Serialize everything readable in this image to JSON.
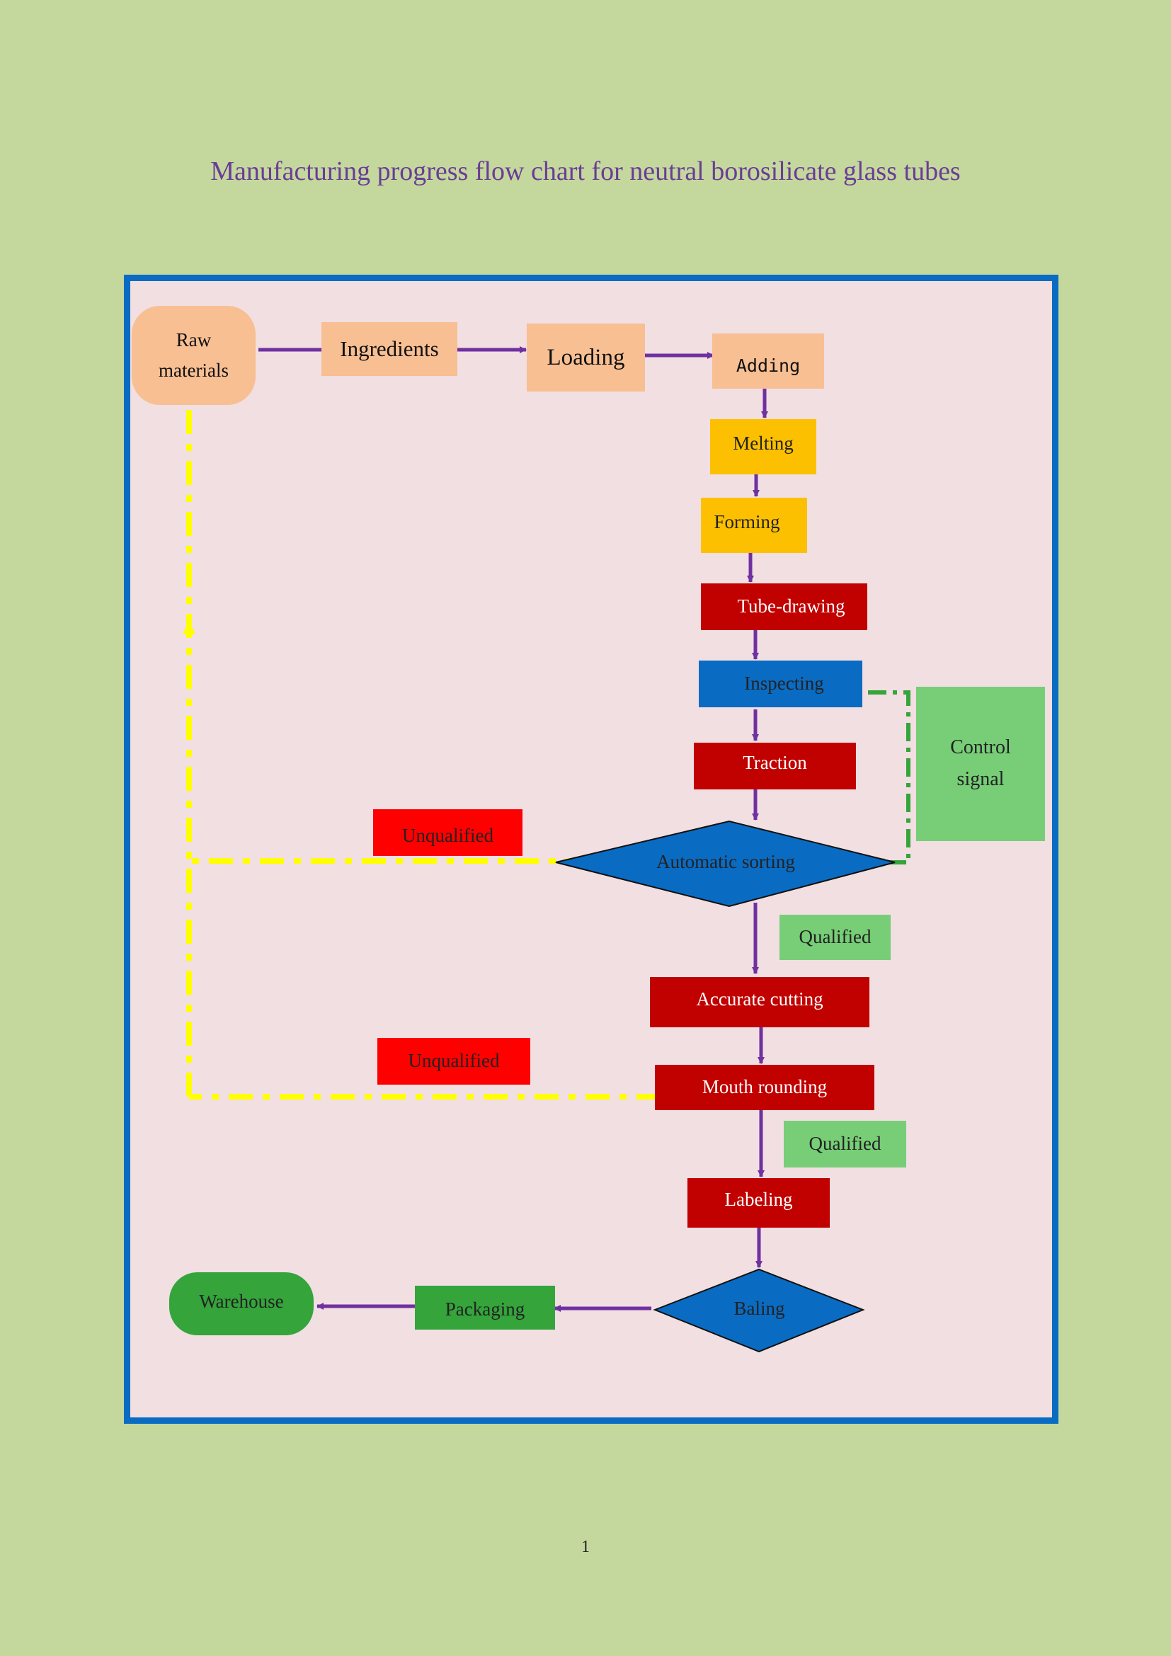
{
  "title": "Manufacturing progress flow chart for neutral borosilicate glass tubes",
  "page_number": "1",
  "colors": {
    "page_background": "#c4d89d",
    "frame_border": "#0a6bc2",
    "frame_fill": "#f1dfe2",
    "title_text": "#6a3d96",
    "flow_arrow": "#7030a0",
    "reject_loop": "#ffff00",
    "control_signal_line": "#34a43b",
    "input_steps": "#f8bf93",
    "heating_steps": "#fcc000",
    "processing_steps": "#c10000",
    "decision_nodes": "#0a6bc2",
    "unqualified_labels": "#ff0000",
    "qualified_labels": "#77ce77",
    "output_steps": "#34a43b"
  },
  "nodes": {
    "raw_materials": "Raw\nmaterials",
    "ingredients": "Ingredients",
    "loading": "Loading",
    "adding": "Adding",
    "melting": "Melting",
    "forming": "Forming",
    "tube_drawing": "Tube-drawing",
    "inspecting": "Inspecting",
    "control_signal": "Control\nsignal",
    "traction": "Traction",
    "automatic_sorting": "Automatic sorting",
    "accurate_cutting": "Accurate cutting",
    "mouth_rounding": "Mouth rounding",
    "labeling": "Labeling",
    "baling": "Baling",
    "packaging": "Packaging",
    "warehouse": "Warehouse"
  },
  "labels": {
    "unqualified_sorting": "Unqualified",
    "qualified_sorting": "Qualified",
    "unqualified_rounding": "Unqualified",
    "qualified_rounding": "Qualified"
  }
}
